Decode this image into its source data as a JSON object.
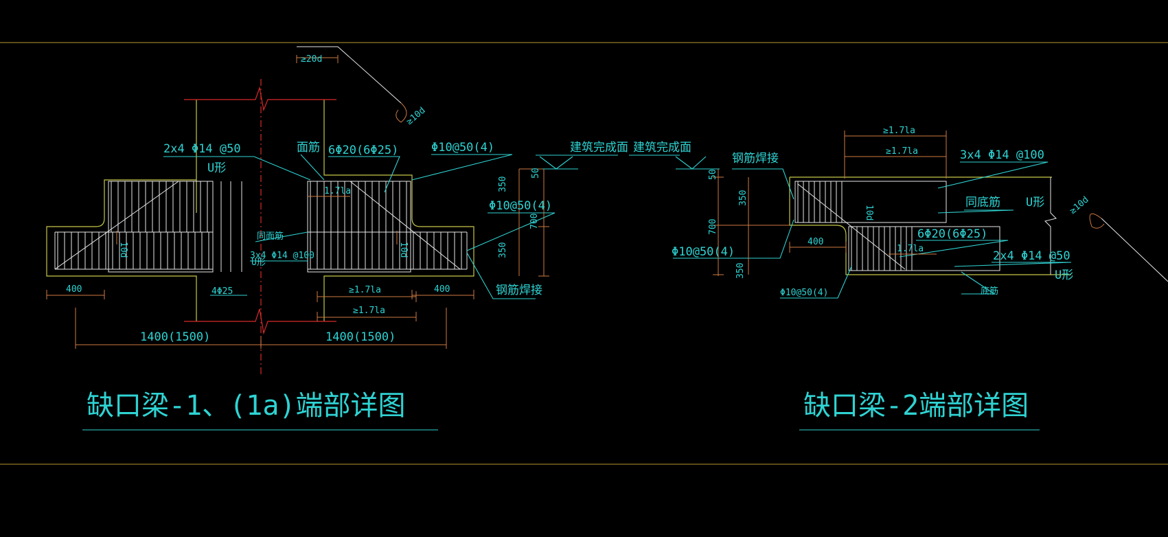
{
  "colors": {
    "background": "#000000",
    "annotation": "#2fd3d3",
    "outline": "#c8c84a",
    "rebar": "#e8e8e8",
    "break_line": "#d82a2a",
    "dimension": "#d07a40",
    "frame": "#b89a30"
  },
  "detail1": {
    "title": "缺口梁-1、(1a)端部详图",
    "labels": {
      "u_stirrup": "2x4 Φ14 @50",
      "u_shape": "U形",
      "top_bar": "面筋",
      "main_bar": "6Φ20(6Φ25)",
      "stirrup_top": "Φ10@50(4)",
      "stirrup_mid": "Φ10@50(4)",
      "finished_surface": "建筑完成面",
      "same_top_bar": "同面筋",
      "u_bottom": "3x4 Φ14 @100",
      "u_bottom_shape": "U形",
      "bottom_bar": "4Φ25",
      "weld": "钢筋焊接",
      "hook_len": "≥20d",
      "hook_note": "≥10d",
      "seg_10d_a": "10d",
      "seg_10d_b": "10d"
    },
    "dims": {
      "d400_left": "400",
      "d400_right": "400",
      "d1400_left": "1400(1500)",
      "d1400_right": "1400(1500)",
      "la_1": "≥1.7la",
      "la_2": "≥1.7la",
      "la_3": "1.7la",
      "d350_top": "350",
      "d350_bot": "350",
      "d700": "700",
      "d50": "50"
    }
  },
  "detail2": {
    "title": "缺口梁-2端部详图",
    "labels": {
      "finished_surface": "建筑完成面",
      "weld": "钢筋焊接",
      "u_top": "3x4 Φ14 @100",
      "u_shape_top": "U形",
      "same_bottom_bar": "同底筋",
      "main_bar": "6Φ20(6Φ25)",
      "u_bottom": "2x4 Φ14 @50",
      "u_shape_bottom": "U形",
      "bottom_bar": "底筋",
      "stirrup": "Φ10@50(4)",
      "stirrup_small": "Φ10@50(4)",
      "hook_note": "≥10d",
      "seg_10d": "10d"
    },
    "dims": {
      "la_top": "≥1.7la",
      "la_mid": "≥1.7la",
      "la_inner": "1.7la",
      "d400": "400",
      "d350_top": "350",
      "d350_bot": "350",
      "d700": "700",
      "d50": "50"
    }
  }
}
